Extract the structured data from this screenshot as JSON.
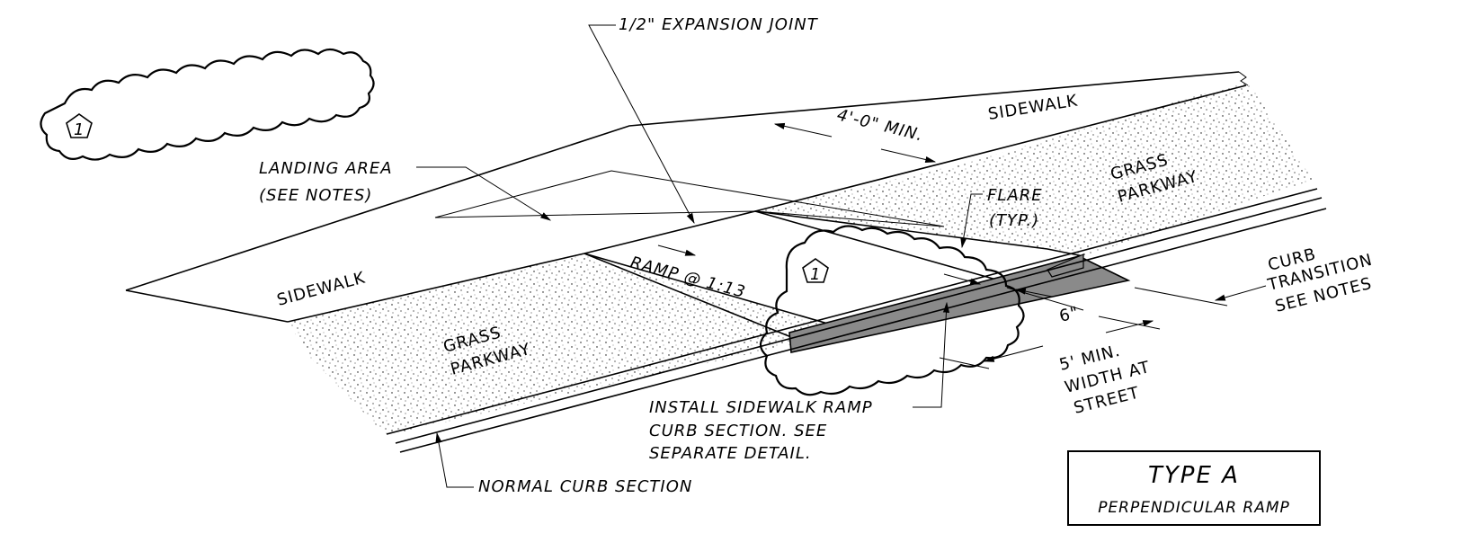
{
  "labels": {
    "expansion_joint": "1/2\" EXPANSION JOINT",
    "sidewalk_top": "SIDEWALK",
    "min_width": "4'-0\" MIN.",
    "landing_1": "LANDING AREA",
    "landing_2": "(SEE NOTES)",
    "grass_right_1": "GRASS",
    "grass_right_2": "PARKWAY",
    "flare_1": "FLARE",
    "flare_2": "(TYP.)",
    "sidewalk_left": "SIDEWALK",
    "ramp": "RAMP @ 1:13",
    "grass_left_1": "GRASS",
    "grass_left_2": "PARKWAY",
    "curb_trans_1": "CURB",
    "curb_trans_2": "TRANSITION",
    "curb_trans_3": "SEE NOTES",
    "six_in": "6\"",
    "five_min_1": "5' MIN.",
    "five_min_2": "WIDTH AT",
    "five_min_3": "STREET",
    "install_1": "INSTALL SIDEWALK RAMP",
    "install_2": "CURB SECTION. SEE",
    "install_3": "SEPARATE DETAIL.",
    "normal_curb": "NORMAL CURB SECTION",
    "revision_tag": "1",
    "type_title": "TYPE A",
    "type_subtitle": "PERPENDICULAR RAMP"
  },
  "colors": {
    "line": "#000000",
    "curb_fill": "#8a8a8a",
    "background": "#ffffff"
  }
}
